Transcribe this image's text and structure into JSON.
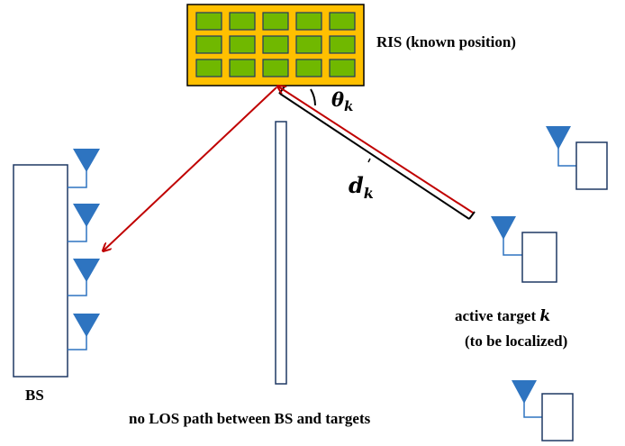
{
  "ris": {
    "label": "RIS (known position)",
    "cells_rows": 3,
    "cells_cols": 5
  },
  "bs": {
    "label": "BS",
    "antenna_count": 4
  },
  "angle_symbol": "θ",
  "angle_subscript": "k",
  "distance_symbol": "d",
  "distance_subscript": "k",
  "target": {
    "label_prefix": "active target ",
    "label_symbol": "k",
    "label_line2": "(to be localized)"
  },
  "blockage_caption": "no LOS path between BS and targets",
  "colors": {
    "ris_panel": "#FFC000",
    "ris_cell": "#70B800",
    "antenna": "#2E74C0",
    "device_outline": "#1F3864",
    "signal_arrow": "#C00000",
    "distance_line": "#000000"
  }
}
